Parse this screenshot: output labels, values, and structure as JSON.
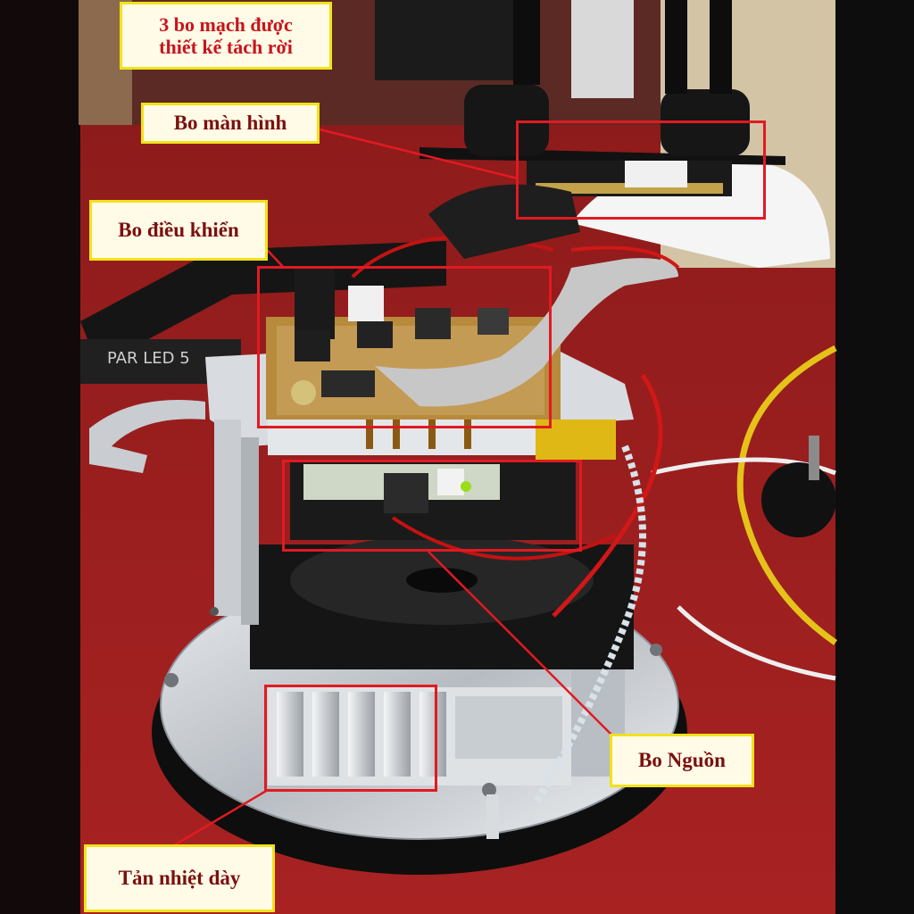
{
  "annotations": {
    "headline_line1": "3 bo mạch được",
    "headline_line2": "thiết kế tách rời",
    "display_board": "Bo màn hình",
    "control_board": "Bo điều khiển",
    "power_board": "Bo Nguồn",
    "heatsink": "Tản nhiệt dày"
  },
  "printed_labels": {
    "fixture_model": "PAR LED 5"
  },
  "colors": {
    "label_text_red": "#c8141c",
    "label_text_dark": "#7a1010",
    "label_border": "#f2e21a",
    "highlight_box": "#e11a22",
    "leader_line": "#e11a22",
    "heatsink_leader": "#e11a22"
  }
}
